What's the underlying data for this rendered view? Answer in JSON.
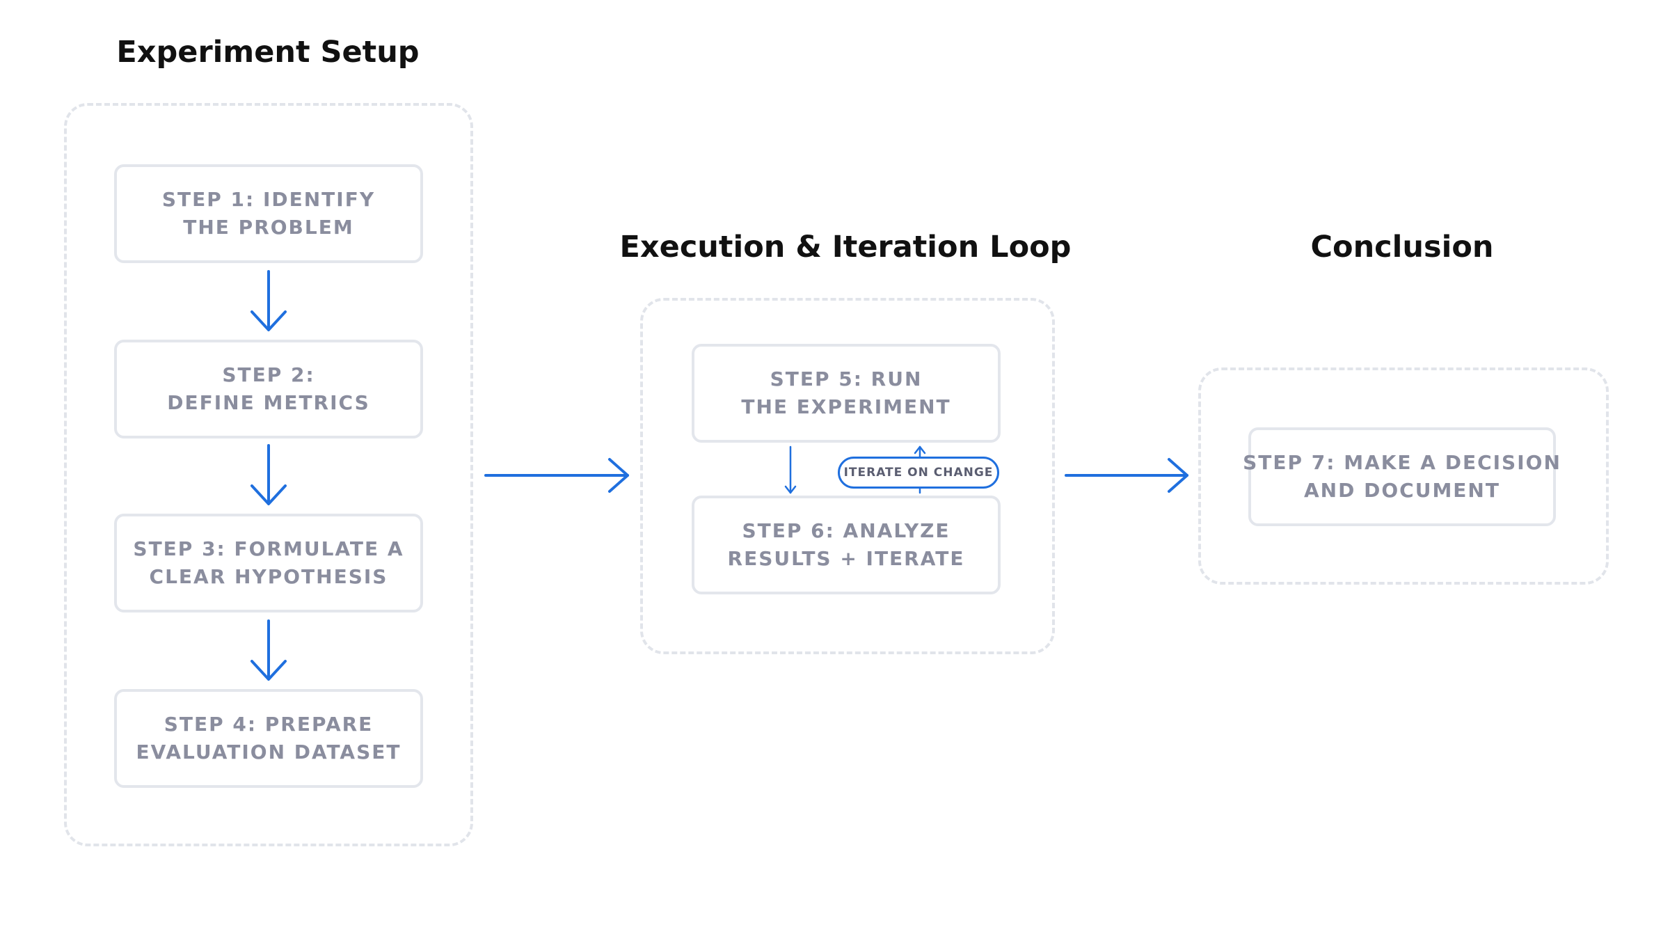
{
  "sections": {
    "setup": {
      "title": "Experiment Setup",
      "steps": [
        {
          "line1": "STEP 1: IDENTIFY",
          "line2": "THE PROBLEM"
        },
        {
          "line1": "STEP 2:",
          "line2": "DEFINE METRICS"
        },
        {
          "line1": "STEP 3: FORMULATE A",
          "line2": "CLEAR HYPOTHESIS"
        },
        {
          "line1": "STEP 4: PREPARE",
          "line2": "EVALUATION DATASET"
        }
      ]
    },
    "loop": {
      "title": "Execution & Iteration Loop",
      "steps": [
        {
          "line1": "STEP 5: RUN",
          "line2": "THE EXPERIMENT"
        },
        {
          "line1": "STEP 6: ANALYZE",
          "line2": "RESULTS + ITERATE"
        }
      ],
      "iterate_label": "ITERATE ON CHANGE"
    },
    "conclusion": {
      "title": "Conclusion",
      "steps": [
        {
          "line1": "STEP 7: MAKE A DECISION",
          "line2": "AND DOCUMENT"
        }
      ]
    }
  },
  "colors": {
    "arrow": "#1f6fde",
    "step_text": "#8a8d9e",
    "box_border": "#e3e6ec",
    "group_border": "#e1e4ea",
    "title": "#111111"
  }
}
